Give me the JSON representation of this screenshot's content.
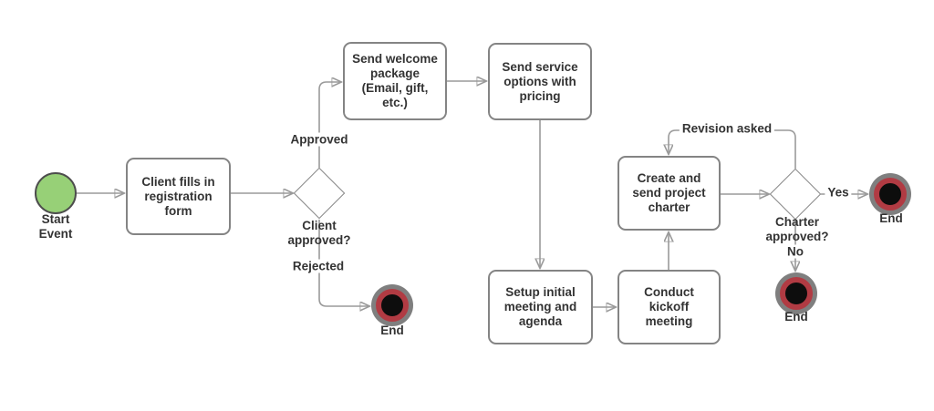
{
  "palette": {
    "line": "#9a9a9a",
    "box_border": "#848484",
    "text": "#333333",
    "start_fill": "#97d077",
    "start_border": "#4d4d4d",
    "end_outer": "#7f7f7f",
    "end_ring": "#b13b43",
    "end_core": "#0d0d0d",
    "node_fill": "#ffffff"
  },
  "nodes": {
    "start_event": {
      "type": "start-event",
      "label": "Start Event"
    },
    "registration": {
      "type": "task",
      "label": "Client fills in registration form"
    },
    "client_approved": {
      "type": "gateway",
      "label": "Client approved?"
    },
    "welcome_package": {
      "type": "task",
      "label": "Send welcome package (Email, gift, etc.)"
    },
    "service_options": {
      "type": "task",
      "label": "Send service options with pricing"
    },
    "setup_meeting": {
      "type": "task",
      "label": "Setup initial meeting and agenda"
    },
    "kickoff_meeting": {
      "type": "task",
      "label": "Conduct kickoff meeting"
    },
    "project_charter": {
      "type": "task",
      "label": "Create and send project charter"
    },
    "charter_approved": {
      "type": "gateway",
      "label": "Charter approved?"
    },
    "end_rejected": {
      "type": "end-event",
      "label": "End"
    },
    "end_yes": {
      "type": "end-event",
      "label": "End"
    },
    "end_no": {
      "type": "end-event",
      "label": "End"
    }
  },
  "edges": [
    {
      "from": "start_event",
      "to": "registration",
      "label": ""
    },
    {
      "from": "registration",
      "to": "client_approved",
      "label": ""
    },
    {
      "from": "client_approved",
      "to": "welcome_package",
      "label": "Approved"
    },
    {
      "from": "welcome_package",
      "to": "service_options",
      "label": ""
    },
    {
      "from": "service_options",
      "to": "setup_meeting",
      "label": ""
    },
    {
      "from": "client_approved",
      "to": "end_rejected",
      "label": "Rejected"
    },
    {
      "from": "setup_meeting",
      "to": "kickoff_meeting",
      "label": ""
    },
    {
      "from": "kickoff_meeting",
      "to": "project_charter",
      "label": ""
    },
    {
      "from": "project_charter",
      "to": "charter_approved",
      "label": ""
    },
    {
      "from": "charter_approved",
      "to": "end_yes",
      "label": "Yes"
    },
    {
      "from": "charter_approved",
      "to": "end_no",
      "label": "No"
    },
    {
      "from": "charter_approved",
      "to": "project_charter",
      "label": "Revision asked"
    }
  ]
}
